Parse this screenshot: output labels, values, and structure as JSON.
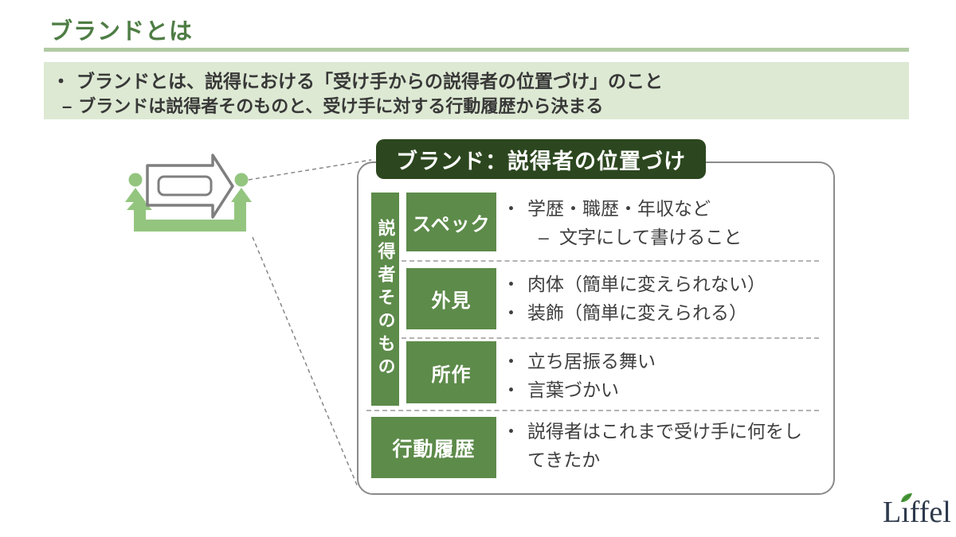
{
  "page": {
    "title": "ブランドとは"
  },
  "summary": {
    "line1_marker": "・",
    "line1": "ブランドとは、説得における「受け手からの説得者の位置づけ」のこと",
    "line2_marker": "–",
    "line2": "ブランドは説得者そのものと、受け手に対する行動履歴から決まる"
  },
  "panel": {
    "header": "ブランド：説得者の位置づけ",
    "side_label": "説得者そのもの",
    "rows": [
      {
        "label": "スペック",
        "lines": [
          {
            "marker": "・",
            "text": "学歴・職歴・年収など"
          },
          {
            "marker": "–",
            "text": "文字にして書けること"
          }
        ]
      },
      {
        "label": "外見",
        "lines": [
          {
            "marker": "・",
            "text": "肉体（簡単に変えられない）"
          },
          {
            "marker": "・",
            "text": "装飾（簡単に変えられる）"
          }
        ]
      },
      {
        "label": "所作",
        "lines": [
          {
            "marker": "・",
            "text": "立ち居振る舞い"
          },
          {
            "marker": "・",
            "text": "言葉づかい"
          }
        ]
      },
      {
        "label": "行動履歴",
        "lines": [
          {
            "marker": "・",
            "text": "説得者はこれまで受け手に何をしてきたか"
          }
        ]
      }
    ]
  },
  "illustration": {
    "description": "persuader-and-receiver-with-message-arrow-and-feedback-arrow"
  },
  "logo": {
    "text": "Liffel",
    "part_l": "L",
    "part_i": "ı",
    "part_rest": "ffel"
  },
  "colors": {
    "title_green": "#4e7d44",
    "rule_green": "#b2cba4",
    "summary_bg": "#dde9d3",
    "header_bg": "#2c471f",
    "label_green": "#5d8b4a",
    "illustration_green": "#93c57f",
    "text_dark": "#3d3d3d",
    "border_gray": "#8a8a8a",
    "dash_gray": "#b3b3b3",
    "logo_navy": "#2e3a4c",
    "leaf_green": "#4a9a3a"
  }
}
